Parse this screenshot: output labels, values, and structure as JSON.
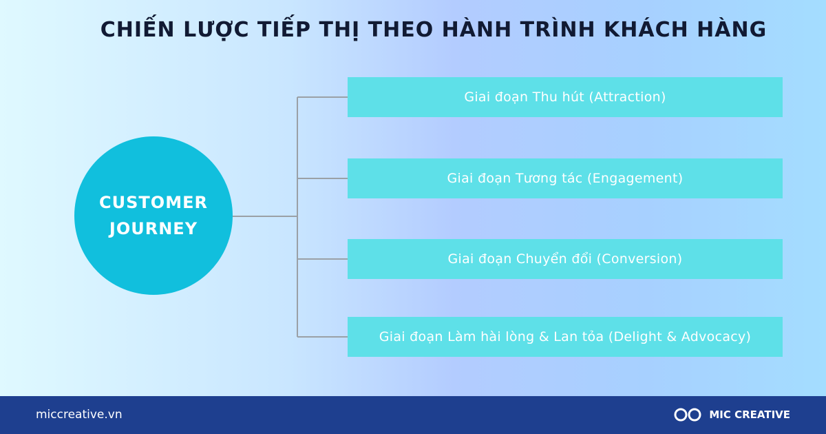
{
  "title": "CHIẾN LƯỢC TIẾP THỊ THEO HÀNH TRÌNH KHÁCH HÀNG",
  "hub": {
    "line1": "CUSTOMER",
    "line2": "JOURNEY"
  },
  "stages": [
    "Giai đoạn Thu hút (Attraction)",
    "Giai đoạn Tương tác (Engagement)",
    "Giai đoạn Chuyển đổi (Conversion)",
    "Giai đoạn Làm hài lòng & Lan tỏa (Delight & Advocacy)"
  ],
  "footer": {
    "website": "miccreative.vn",
    "brand": "MIC CREATIVE"
  },
  "colors": {
    "hub": "#11bfdd",
    "stage_box": "#5ee0e8",
    "footer": "#1e3f8f",
    "connector": "#9aa0a6"
  }
}
